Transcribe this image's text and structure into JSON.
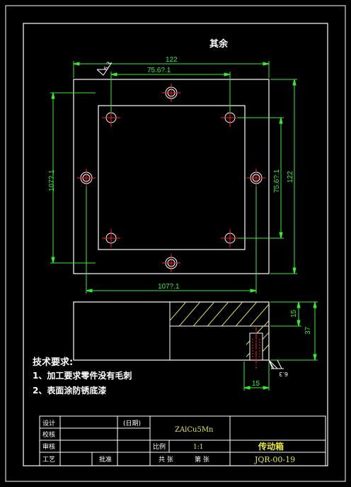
{
  "drawing": {
    "roughness_note": "其余",
    "dimensions": {
      "top_width": "122",
      "top_hole_spacing": "75.6?.1",
      "left_height": "107?.1",
      "right_hole_spacing": "75.6?.1",
      "right_height": "122",
      "bottom_width": "107?.1",
      "roughness_top_left": "6.3",
      "section_thickness": "15",
      "section_height": "37",
      "section_width": "15",
      "roughness_section": "6.3"
    },
    "technical_requirements": {
      "heading": "技术要求:",
      "items": [
        "1、加工要求零件没有毛刺",
        "2、表面涂防锈底漆"
      ]
    },
    "title_block": {
      "design": "设计",
      "date": "(日期)",
      "check": "校核",
      "review": "审核",
      "craft": "工艺",
      "approve": "批准",
      "material": "ZAlCu5Mn",
      "scale_label": "比例",
      "scale_value": "1:1",
      "sheets_total": "共  张",
      "sheet_no": "第  张",
      "part_name": "传动箱",
      "drawing_no": "JQR-00-19"
    },
    "colors": {
      "outline": "#ffffff",
      "dimension": "#33ee33",
      "centerline": "#ff2020",
      "hatch": "#e8e830",
      "hidden": "#ff2020"
    }
  }
}
